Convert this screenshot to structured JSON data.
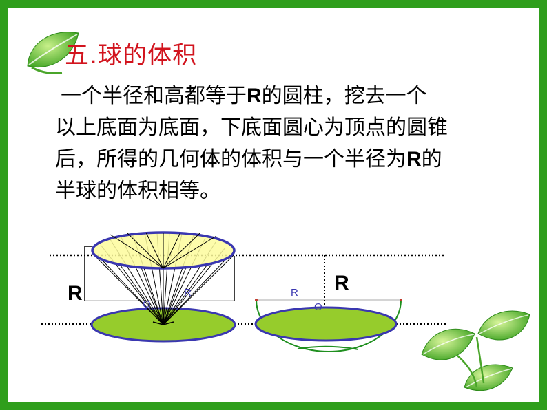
{
  "title": "五.球的体积",
  "paragraph": {
    "line1_a": "一个半径和高都等于",
    "line1_r": "R",
    "line1_b": "的圆柱，挖去一个",
    "line2": "以上底面为底面，下底面圆心为顶点的圆锥",
    "line3_a": "后，所得的几何体的体积与一个半径为",
    "line3_r": "R",
    "line3_b": "的",
    "line4": "半球的体积相等。"
  },
  "diagram": {
    "left_radius_label": "R",
    "left_small_r": "R",
    "left_center": "O",
    "right_radius_label": "R",
    "right_small_r": "R",
    "right_center": "O"
  },
  "colors": {
    "border": "#2f9e1c",
    "title": "#d2141e",
    "cone_top_fill": "#fdfb9c",
    "base_fill": "#96cc2c",
    "ellipse_stroke": "#3a37b0",
    "hemisphere_arc": "#1f8f1f"
  },
  "decorations": {
    "top_left": "leaf-icon",
    "bottom_right": "leaves-icon"
  }
}
